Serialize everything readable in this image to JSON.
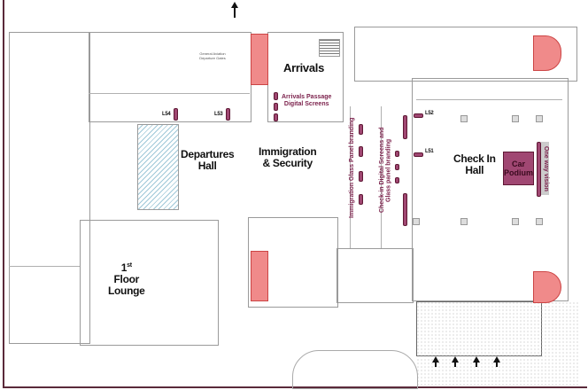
{
  "areas": {
    "arrivals": "Arrivals",
    "departures_hall": [
      "Departures",
      "Hall"
    ],
    "immigration_security": [
      "Immigration",
      "& Security"
    ],
    "check_in_hall": [
      "Check In",
      "Hall"
    ],
    "lounge": [
      "1",
      "st",
      "Floor",
      "Lounge"
    ],
    "gates": [
      "General Aviation",
      "Departure Gates"
    ]
  },
  "placements": {
    "arrivals_passage": [
      "Arrivals Passage",
      "Digital Screens"
    ],
    "immigration_glass": "Immigration Glass Panel branding",
    "checkin_screens": [
      "Check-in Digital Screens  and",
      "Glass panel branding"
    ],
    "car_podium": [
      "Car",
      "Podium"
    ],
    "one_way_vision": "One way vision",
    "l54": "L54",
    "l53": "L53",
    "l52": "L52",
    "l51": "L51"
  },
  "colors": {
    "branding": "#a04772",
    "highlight": "#f08a8a"
  }
}
